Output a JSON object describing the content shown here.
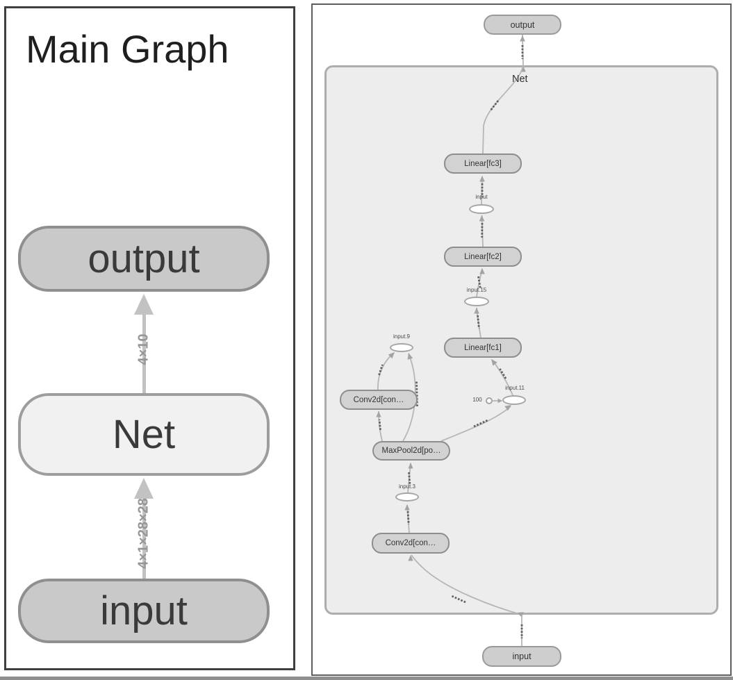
{
  "colors": {
    "panel_border": "#3f3f3f",
    "group_fill": "#ededed",
    "group_border": "#adadad",
    "node_fill_dark": "#c9c9c9",
    "node_fill_light": "#f1f1f1",
    "op_node_fill": "#d2d2d2",
    "edge_color": "#b6b6b6",
    "edge_label_color": "#969696"
  },
  "main_graph": {
    "title": "Main Graph",
    "output_node": "output",
    "net_node": "Net",
    "input_node": "input",
    "edge_net_output_label": "4×10",
    "edge_input_net_label": "4×1×28×28"
  },
  "expanded": {
    "group_label": "Net",
    "output_node": "output",
    "input_node": "input",
    "fc3": "Linear[fc3]",
    "fc2": "Linear[fc2]",
    "fc1": "Linear[fc1]",
    "conv2": "Conv2d[con…",
    "maxpool": "MaxPool2d[po…",
    "conv1": "Conv2d[con…",
    "t_input": "input",
    "t_input15": "input.15",
    "t_input9": "input.9",
    "t_input11": "input.11",
    "t_input3": "input.3",
    "const_100": "100"
  }
}
